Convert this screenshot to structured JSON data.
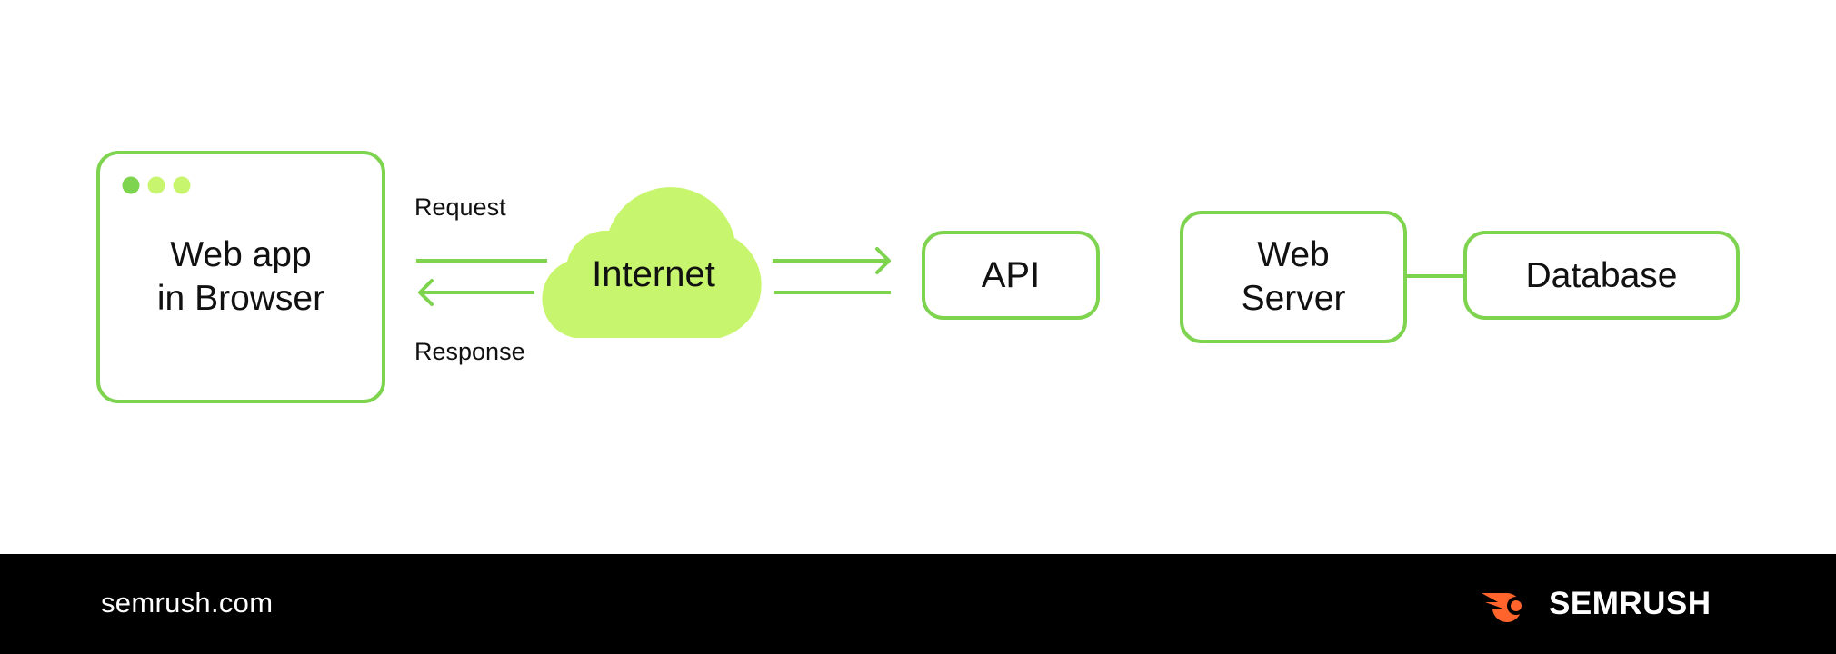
{
  "diagram": {
    "nodes": {
      "browser": {
        "line1": "Web app",
        "line2": "in Browser"
      },
      "internet": {
        "label": "Internet"
      },
      "api": {
        "label": "API"
      },
      "web_server": {
        "line1": "Web",
        "line2": "Server"
      },
      "database": {
        "label": "Database"
      }
    },
    "edges": {
      "request": "Request",
      "response": "Response"
    }
  },
  "footer": {
    "site": "semrush.com",
    "brand": "SEMRUSH"
  },
  "colors": {
    "accent_stroke": "#7ed34f",
    "cloud_fill": "#c8f56e",
    "dot_dark": "#7ed34f",
    "dot_light": "#c8f56e",
    "logo_orange": "#ff642d",
    "footer_bg": "#000000"
  },
  "icons": {
    "browser_dots": "window-dots-icon",
    "cloud": "cloud-icon",
    "logo_mark": "semrush-logo-icon"
  }
}
